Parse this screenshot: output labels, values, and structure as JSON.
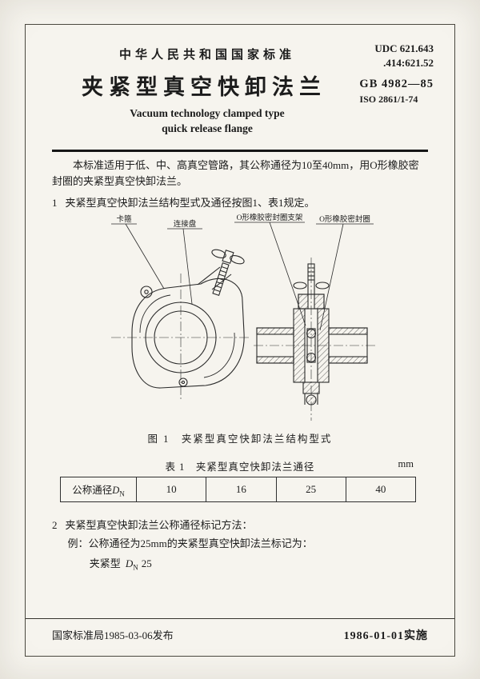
{
  "header": {
    "org_title": "中华人民共和国国家标准",
    "udc_line1": "UDC 621.643",
    "udc_line2": ".414:621.52",
    "doc_title": "夹紧型真空快卸法兰",
    "std_no": "GB 4982—85",
    "iso_no": "ISO 2861/1-74",
    "en_title_line1": "Vacuum technology clamped type",
    "en_title_line2": "quick release flange"
  },
  "body": {
    "intro": "本标准适用于低、中、高真空管路，其公称通径为10至40mm，用O形橡胶密封圈的夹紧型真空快卸法兰。",
    "section1_no": "1",
    "section1_text": "夹紧型真空快卸法兰结构型式及通径按图1、表1规定。",
    "section2_no": "2",
    "section2_text": "夹紧型真空快卸法兰公称通径标记方法：",
    "example_intro": "例：公称通径为25mm的夹紧型真空快卸法兰标记为：",
    "marking": {
      "prefix": "夹紧型",
      "symbol_main": "D",
      "symbol_sub": "N",
      "size": "25"
    }
  },
  "figure": {
    "labels": [
      "卡箍",
      "连接盘",
      "O形橡胶密封圈支架",
      "O形橡胶密封圈"
    ],
    "caption": "图 1　夹紧型真空快卸法兰结构型式"
  },
  "table": {
    "caption": "表 1　夹紧型真空快卸法兰通径",
    "unit": "mm",
    "row_label_prefix": "公称通径",
    "row_label_sym": "D",
    "row_label_sub": "N",
    "values": [
      "10",
      "16",
      "25",
      "40"
    ]
  },
  "footer": {
    "issued": "国家标准局1985-03-06发布",
    "implemented": "1986-01-01实施"
  },
  "colors": {
    "paper": "#f6f4ee",
    "ink": "#1c1c1c"
  }
}
